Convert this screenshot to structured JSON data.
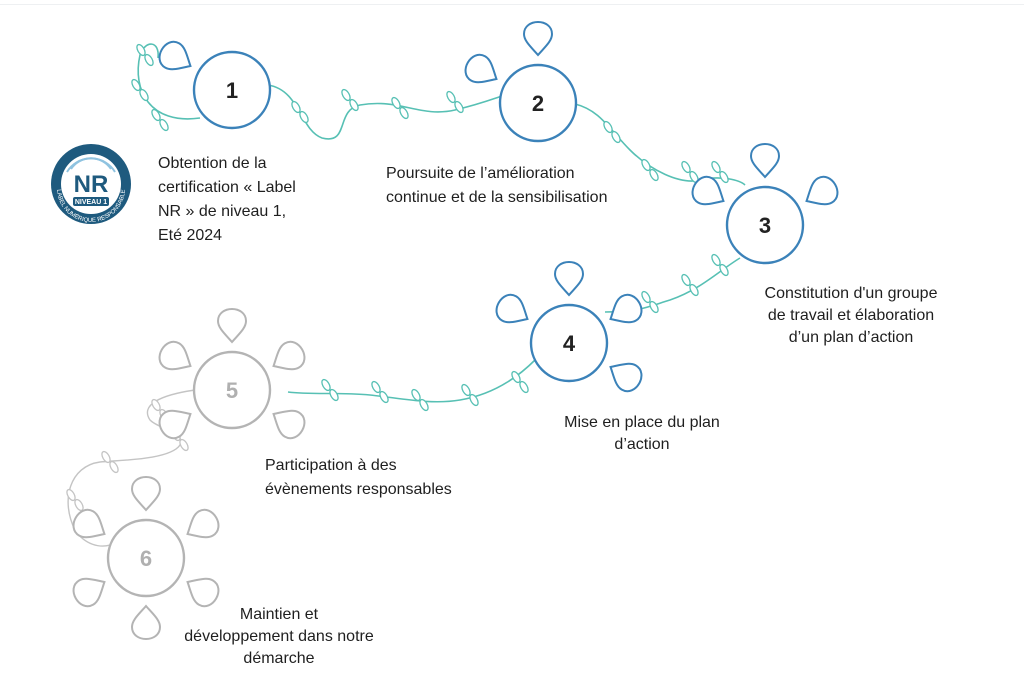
{
  "colors": {
    "active": "#3b82b9",
    "inactive": "#b4b4b4",
    "vine_active": "#57c0b4",
    "vine_inactive": "#c4c4c4",
    "text": "#1f1f1f",
    "logo_navy": "#1e5a7e"
  },
  "logo": {
    "icon": "label-nr-badge",
    "text_main": "NR",
    "text_level": "NIVEAU 1",
    "text_ring": "LABEL NUMÉRIQUE RESPONSABLE"
  },
  "steps": [
    {
      "number": "1",
      "status": "done",
      "lines": [
        "Obtention de la",
        "certification « Label",
        "NR » de niveau 1,",
        "Eté 2024"
      ]
    },
    {
      "number": "2",
      "status": "done",
      "lines": [
        "Poursuite de l’amélioration",
        "continue et de la sensibilisation"
      ]
    },
    {
      "number": "3",
      "status": "done",
      "lines": [
        "Constitution d'un groupe",
        "de travail et élaboration",
        "d’un plan d’action"
      ]
    },
    {
      "number": "4",
      "status": "done",
      "lines": [
        "Mise en place du plan",
        "d’action"
      ]
    },
    {
      "number": "5",
      "status": "upcoming",
      "lines": [
        "Participation à des",
        "évènements responsables"
      ]
    },
    {
      "number": "6",
      "status": "upcoming",
      "lines": [
        "Maintien et",
        "développement dans notre",
        "démarche"
      ]
    }
  ]
}
